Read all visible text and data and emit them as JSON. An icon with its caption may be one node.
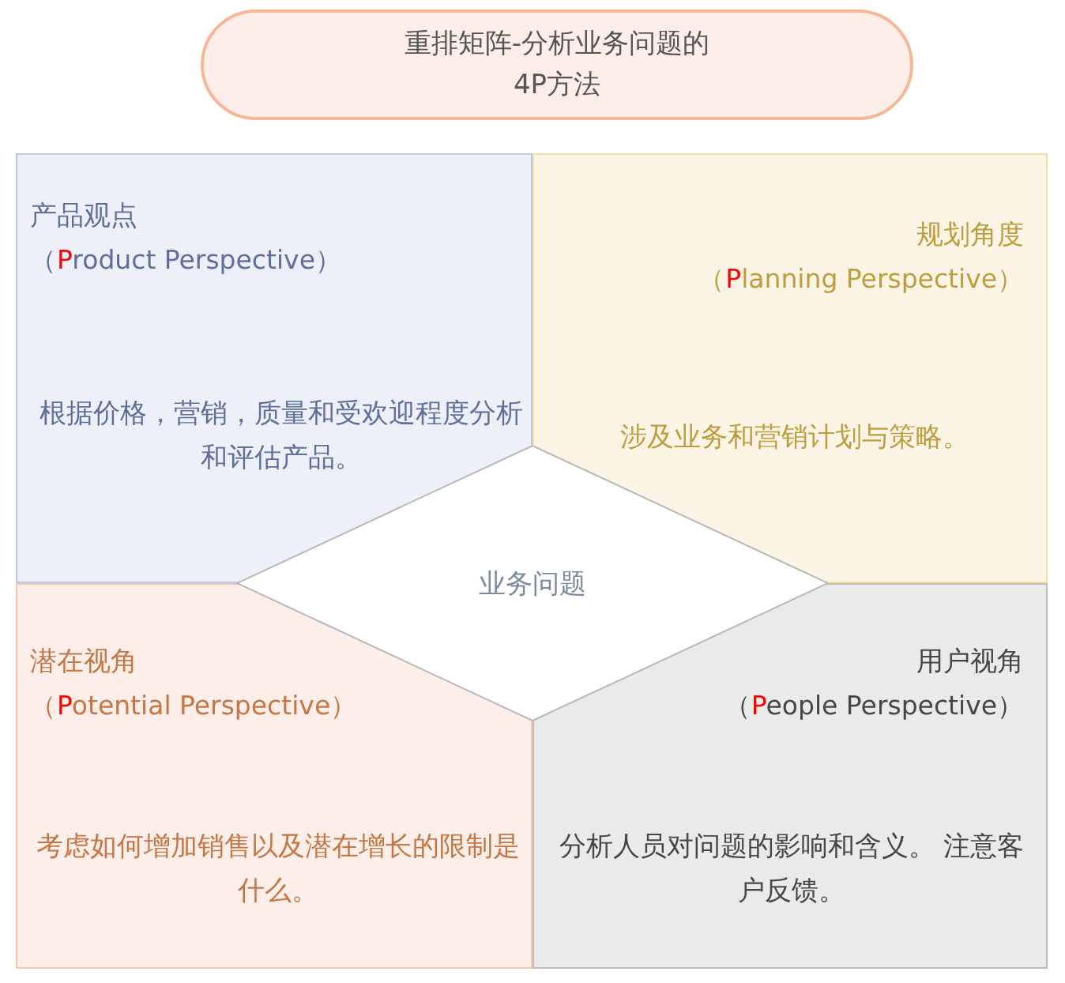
{
  "diagram": {
    "nodes": [
      {
        "text": [
          "重排矩阵-分析业务问题的4P方法"
        ]
      },
      {
        "text": [
          "产品观点",
          "（Product Perspective）",
          "根据价格，营销，质量和受欢迎程度分析和评估产品。"
        ]
      },
      {
        "text": [
          "规划角度",
          "（Planning Perspective）",
          "涉及业务和营销计划与策略。"
        ]
      },
      {
        "text": [
          "潜在视角",
          "（Potential Perspective）",
          "考虑如何增加销售以及潜在增长的限制是什么。"
        ]
      },
      {
        "text": [
          "用户视角",
          "（People Perspective）",
          "分析人员对问题的影响和含义。 注意客户反馈。"
        ]
      },
      {
        "text": [
          "业务问题"
        ]
      }
    ]
  }
}
